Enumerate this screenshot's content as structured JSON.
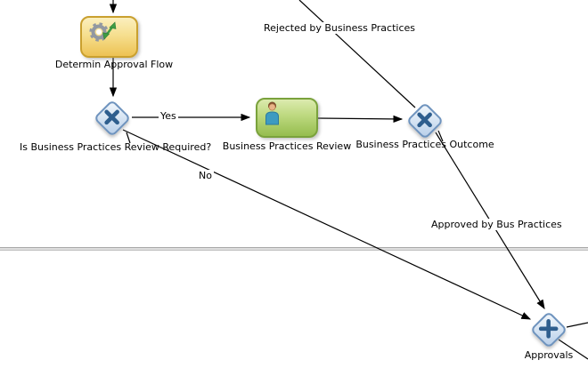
{
  "diagram": {
    "nodes": {
      "determine_approval_flow": {
        "label": "Determin Approval Flow",
        "type": "service-task"
      },
      "review_required_gateway": {
        "label": "Is Business Practices Review Required?",
        "type": "exclusive-gateway"
      },
      "business_practices_review": {
        "label": "Business Practices Review",
        "type": "user-task"
      },
      "outcome_gateway": {
        "label": "Business Practices Outcome",
        "type": "exclusive-gateway"
      },
      "approvals_gateway": {
        "label": "Approvals",
        "type": "parallel-gateway"
      }
    },
    "edge_labels": {
      "yes": "Yes",
      "no": "No",
      "rejected": "Rejected by Business Practices",
      "approved": "Approved by Bus Practices"
    },
    "icons": {
      "service_task": "gear-with-green-arrows-icon",
      "user_task": "person-icon",
      "exclusive_gateway": "x-cross-icon",
      "parallel_gateway": "plus-icon"
    },
    "colors": {
      "service_task_fill_top": "#FBEFBE",
      "service_task_fill_bottom": "#EDC253",
      "service_task_border": "#C9A02F",
      "user_task_fill_top": "#DCEBAE",
      "user_task_fill_bottom": "#95BD4E",
      "user_task_border": "#7AA23C",
      "gateway_fill_top": "#F2F7FC",
      "gateway_fill_bottom": "#B7CEE9",
      "gateway_border": "#6E93BE",
      "gateway_symbol": "#2E5E8E",
      "connector": "#000000",
      "lane_divider": "#DEDEDE",
      "canvas_background": "#FFFFFF"
    }
  }
}
